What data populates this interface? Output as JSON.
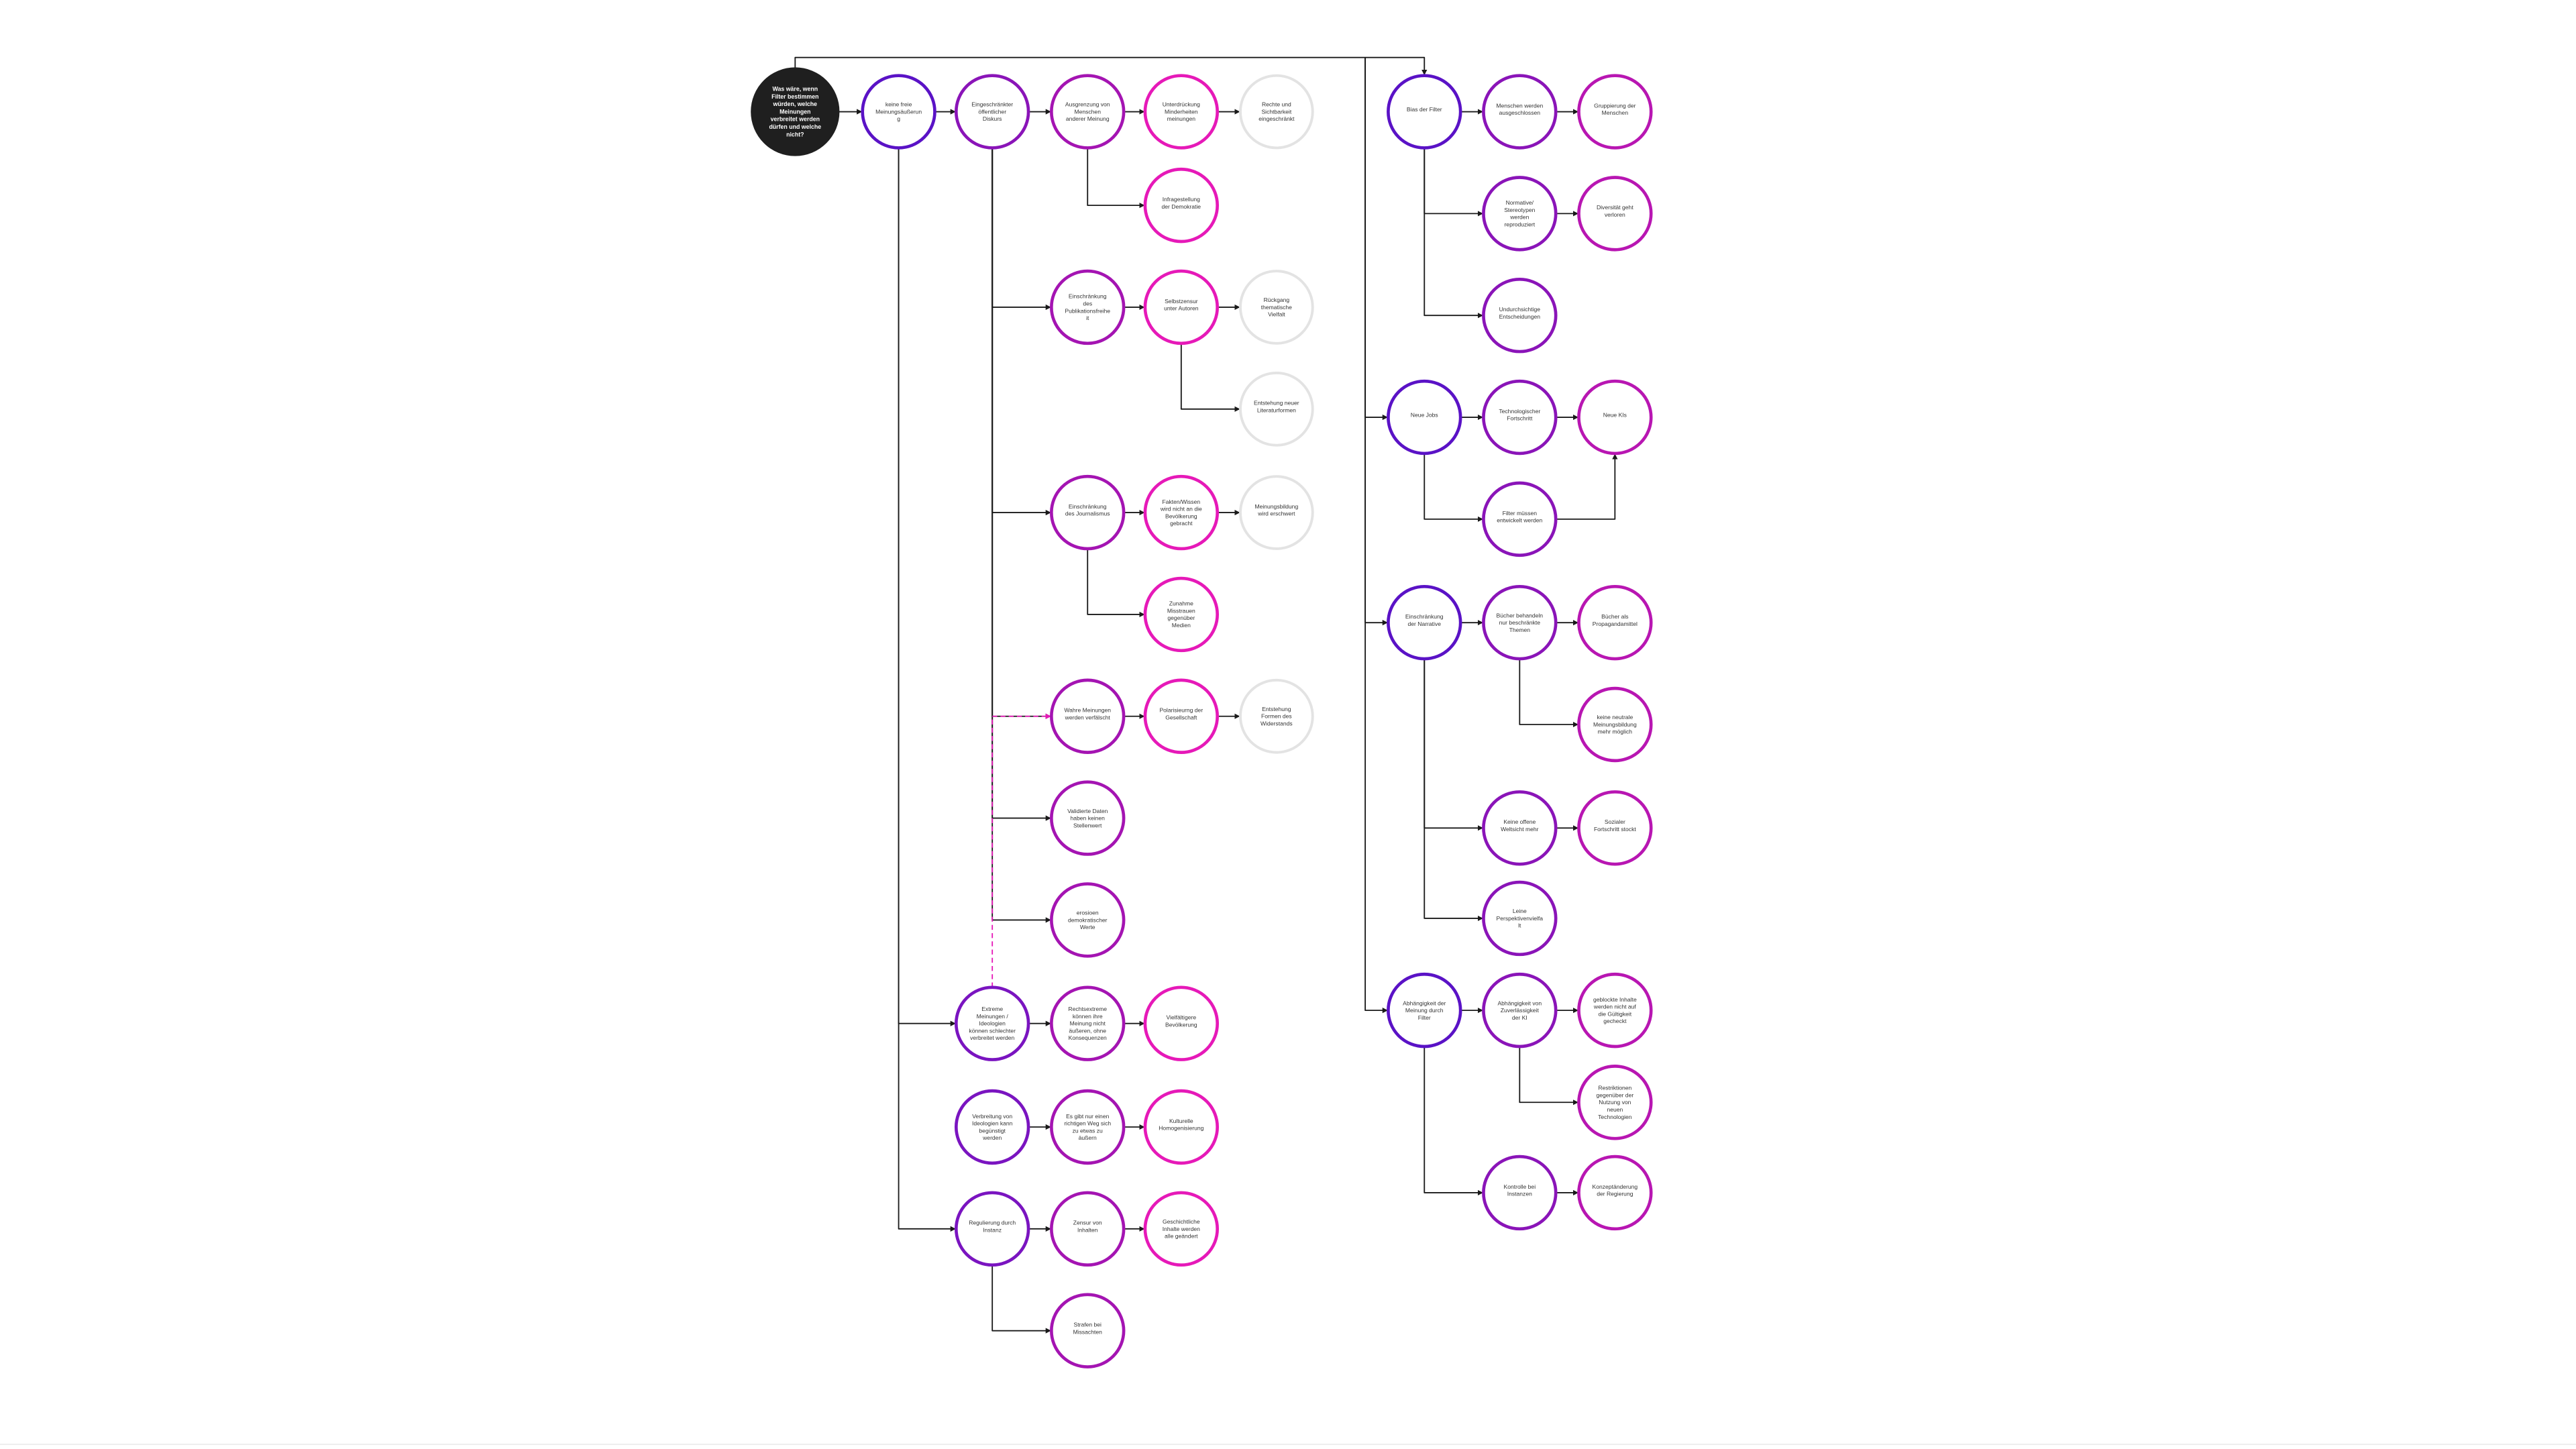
{
  "palette": {
    "root": "#1f1f1f",
    "l1": "#5a12c6",
    "l1b": "#7a14c0",
    "l2": "#8a14b8",
    "l3": "#a414b2",
    "l4": "#e619b8",
    "r3": "#b816b2",
    "gray": "#e3e3e3",
    "line": "#1a1a1a",
    "dashed": "#e619b8"
  },
  "nodes": {
    "root": {
      "level": "root",
      "lines": [
        "Was wäre, wenn",
        "Filter bestimmen",
        "würden, welche",
        "Meinungen",
        "verbreitet werden",
        "dürfen und welche",
        "nicht?"
      ]
    },
    "n1": {
      "level": "l1",
      "lines": [
        "keine freie",
        "Meinungsäußerun",
        "g"
      ]
    },
    "n2": {
      "level": "l2",
      "lines": [
        "Eingeschränkter",
        "öffentlicher",
        "Diskurs"
      ]
    },
    "n3": {
      "level": "l3",
      "lines": [
        "Ausgrenzung von",
        "Menschen",
        "anderer Meinung"
      ]
    },
    "n4": {
      "level": "l4",
      "lines": [
        "Unterdrückung",
        "Minderheiten",
        "meinungen"
      ]
    },
    "n5": {
      "level": "gray",
      "lines": [
        "Rechte und",
        "Sichtbarkeit",
        "eingeschränkt"
      ]
    },
    "n6": {
      "level": "l4",
      "lines": [
        "Infragestellung",
        "der Demokratie"
      ]
    },
    "n7": {
      "level": "l3",
      "lines": [
        "Einschränkung",
        "des",
        "Publikationsfreihe",
        "it"
      ]
    },
    "n8": {
      "level": "l4",
      "lines": [
        "Selbstzensur",
        "unter Autoren"
      ]
    },
    "n9": {
      "level": "gray",
      "lines": [
        "Rückgang",
        "thematische",
        "Vielfalt"
      ]
    },
    "n10": {
      "level": "gray",
      "lines": [
        "Entstehung neuer",
        "Literaturformen"
      ]
    },
    "n11": {
      "level": "l3",
      "lines": [
        "Einschränkung",
        "des Journalismus"
      ]
    },
    "n12": {
      "level": "l4",
      "lines": [
        "Fakten/Wissen",
        "wird nicht an die",
        "Bevölkerung",
        "gebracht"
      ]
    },
    "n13": {
      "level": "gray",
      "lines": [
        "Meinungsbildung",
        "wird erschwert"
      ]
    },
    "n14": {
      "level": "l4",
      "lines": [
        "Zunahme",
        "Misstrauen",
        "gegenüber",
        "Medien"
      ]
    },
    "n15": {
      "level": "l3",
      "lines": [
        "Wahre Meinungen",
        "werden verfälscht"
      ]
    },
    "n16": {
      "level": "l4",
      "lines": [
        "Polarisieurng der",
        "Gesellschaft"
      ]
    },
    "n17": {
      "level": "gray",
      "lines": [
        "Entstehung",
        "Formen des",
        "Widerstands"
      ]
    },
    "n18": {
      "level": "l3",
      "lines": [
        "Validierte Daten",
        "haben keinen",
        "Stellenwert"
      ]
    },
    "n19": {
      "level": "l3",
      "lines": [
        "erosioen",
        "demokratischer",
        "Werte"
      ]
    },
    "n20": {
      "level": "l1b",
      "lines": [
        "Extreme",
        "Meinungen /",
        "Ideologien",
        "können schlechter",
        "verbreitet werden"
      ]
    },
    "n21": {
      "level": "l3",
      "lines": [
        "Rechtsextreme",
        "können ihre",
        "Meinung nicht",
        "äußeren, ohne",
        "Konsequenzen"
      ]
    },
    "n22": {
      "level": "l4",
      "lines": [
        "Vielfältigere",
        "Bevölkerung"
      ]
    },
    "n23": {
      "level": "l1b",
      "lines": [
        "Verbreitung von",
        "Ideologien kann",
        "begünstigt",
        "werden"
      ]
    },
    "n24": {
      "level": "l3",
      "lines": [
        "Es gibt nur einen",
        "richtigen Weg sich",
        "zu etwas zu",
        "äußern"
      ]
    },
    "n25": {
      "level": "l4",
      "lines": [
        "Kulturelle",
        "Homogenisierung"
      ]
    },
    "n26": {
      "level": "l1b",
      "lines": [
        "Regulierung durch",
        "Instanz"
      ]
    },
    "n27": {
      "level": "l3",
      "lines": [
        "Zensur von",
        "Inhalten"
      ]
    },
    "n28": {
      "level": "l4",
      "lines": [
        "Geschichtliche",
        "Inhalte werden",
        "alle geändert"
      ]
    },
    "n29": {
      "level": "l3",
      "lines": [
        "Strafen bei",
        "Missachten"
      ]
    },
    "r1": {
      "level": "l1",
      "lines": [
        "Bias der Filter"
      ]
    },
    "r2": {
      "level": "l2",
      "lines": [
        "Menschen werden",
        "ausgeschlossen"
      ]
    },
    "r3": {
      "level": "r3",
      "lines": [
        "Gruppierung der",
        "Menschen"
      ]
    },
    "r4": {
      "level": "l2",
      "lines": [
        "Normative/",
        "Stereotypen",
        "werden",
        "reproduziert"
      ]
    },
    "r5": {
      "level": "r3",
      "lines": [
        "Diversität geht",
        "verloren"
      ]
    },
    "r6": {
      "level": "l2",
      "lines": [
        "Undurchsichtige",
        "Entscheidungen"
      ]
    },
    "r7": {
      "level": "l1",
      "lines": [
        "Neue Jobs"
      ]
    },
    "r8": {
      "level": "l2",
      "lines": [
        "Technologischer",
        "Fortschritt"
      ]
    },
    "r9": {
      "level": "r3",
      "lines": [
        "Neue KIs"
      ]
    },
    "r10": {
      "level": "l2",
      "lines": [
        "Filter müssen",
        "entwickelt werden"
      ]
    },
    "r11": {
      "level": "l1",
      "lines": [
        "Einschränkung",
        "der Narrative"
      ]
    },
    "r12": {
      "level": "l2",
      "lines": [
        "Bücher behandeln",
        "nur beschränkte",
        "Themen"
      ]
    },
    "r13": {
      "level": "r3",
      "lines": [
        "Bücher als",
        "Propagandamittel"
      ]
    },
    "r14": {
      "level": "r3",
      "lines": [
        "keine neutrale",
        "Meinungsbildung",
        "mehr möglich"
      ]
    },
    "r15": {
      "level": "l2",
      "lines": [
        "Keine offene",
        "Weltsicht mehr"
      ]
    },
    "r16": {
      "level": "r3",
      "lines": [
        "Sozialer",
        "Fortschritt stockt"
      ]
    },
    "r17": {
      "level": "l2",
      "lines": [
        "Leine",
        "Perspektivenvielfa",
        "lt"
      ]
    },
    "r18": {
      "level": "l1",
      "lines": [
        "Abhängigkeit der",
        "Meinung durch",
        "Filter"
      ]
    },
    "r19": {
      "level": "l2",
      "lines": [
        "Abhängigkeit von",
        "Zuverlässigkeit",
        "der KI"
      ]
    },
    "r20": {
      "level": "r3",
      "lines": [
        "geblockte Inhalte",
        "werden nicht auf",
        "die Gültigkeit",
        "gecheckt"
      ]
    },
    "r21": {
      "level": "r3",
      "lines": [
        "Restriktionen",
        "gegenüber der",
        "Nutzung von",
        "neuen",
        "Technologien"
      ]
    },
    "r22": {
      "level": "l2",
      "lines": [
        "Kontrolle bei",
        "Instanzen"
      ]
    },
    "r23": {
      "level": "r3",
      "lines": [
        "Konzeptänderung",
        "der Regierung"
      ]
    }
  },
  "edges": [
    [
      "root",
      "n1"
    ],
    [
      "n1",
      "n2"
    ],
    [
      "n2",
      "n3"
    ],
    [
      "n3",
      "n4"
    ],
    [
      "n4",
      "n5"
    ],
    [
      "n3",
      "n6"
    ],
    [
      "n2",
      "n7"
    ],
    [
      "n7",
      "n8"
    ],
    [
      "n8",
      "n9"
    ],
    [
      "n8",
      "n10"
    ],
    [
      "n2",
      "n11"
    ],
    [
      "n11",
      "n12"
    ],
    [
      "n12",
      "n13"
    ],
    [
      "n11",
      "n14"
    ],
    [
      "n2",
      "n15"
    ],
    [
      "n15",
      "n16"
    ],
    [
      "n16",
      "n17"
    ],
    [
      "n2",
      "n18"
    ],
    [
      "n2",
      "n19"
    ],
    [
      "n1",
      "n20"
    ],
    [
      "n20",
      "n21"
    ],
    [
      "n21",
      "n22"
    ],
    [
      "n23",
      "n24"
    ],
    [
      "n24",
      "n25"
    ],
    [
      "n1",
      "n26"
    ],
    [
      "n26",
      "n27"
    ],
    [
      "n27",
      "n28"
    ],
    [
      "n26",
      "n29"
    ],
    [
      "root",
      "r1"
    ],
    [
      "r1",
      "r2"
    ],
    [
      "r2",
      "r3"
    ],
    [
      "r1",
      "r4"
    ],
    [
      "r4",
      "r5"
    ],
    [
      "r1",
      "r6"
    ],
    [
      "root",
      "r7"
    ],
    [
      "r7",
      "r8"
    ],
    [
      "r8",
      "r9"
    ],
    [
      "r7",
      "r10"
    ],
    [
      "r10",
      "r9"
    ],
    [
      "root",
      "r11"
    ],
    [
      "r11",
      "r12"
    ],
    [
      "r12",
      "r13"
    ],
    [
      "r12",
      "r14"
    ],
    [
      "r11",
      "r15"
    ],
    [
      "r15",
      "r16"
    ],
    [
      "r11",
      "r17"
    ],
    [
      "root",
      "r18"
    ],
    [
      "r18",
      "r19"
    ],
    [
      "r19",
      "r20"
    ],
    [
      "r19",
      "r21"
    ],
    [
      "r18",
      "r22"
    ],
    [
      "r22",
      "r23"
    ]
  ],
  "dashed_edges": [
    [
      "n20",
      "n15"
    ]
  ]
}
